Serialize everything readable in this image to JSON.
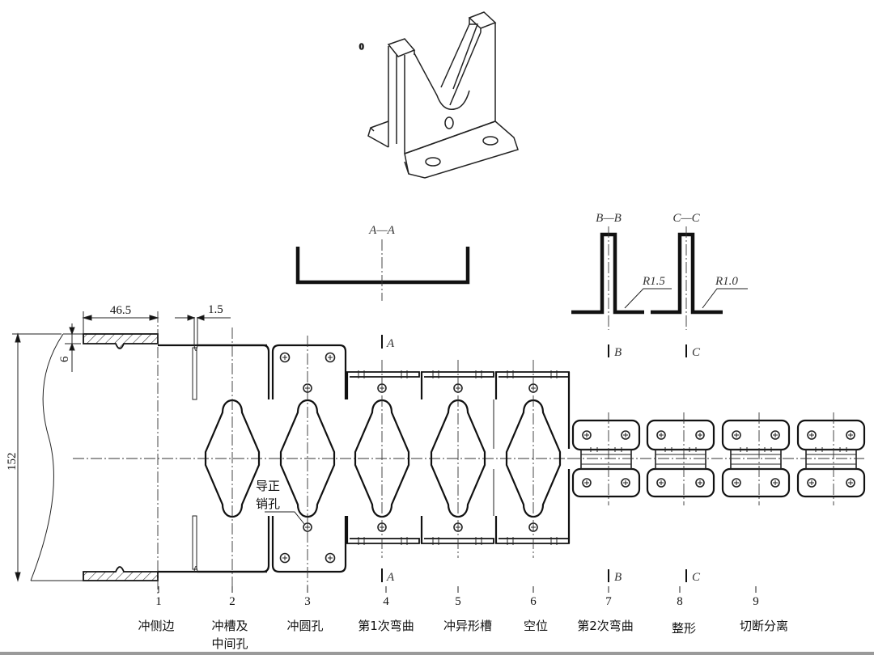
{
  "part_mark": "0",
  "dimensions": {
    "width_tab": "46.5",
    "slot": "1.5",
    "edge": "6",
    "strip_width": "152"
  },
  "sections": {
    "aa": {
      "title": "A—A",
      "marker": "A"
    },
    "bb": {
      "title": "B—B",
      "marker": "B",
      "radius": "R1.5"
    },
    "cc": {
      "title": "C—C",
      "marker": "C",
      "radius": "R1.0"
    }
  },
  "pilot_hole_label": [
    "导正",
    "销孔"
  ],
  "stations": [
    {
      "number": "1",
      "label": "冲侧边"
    },
    {
      "number": "2",
      "label": "冲槽及",
      "label2": "中间孔"
    },
    {
      "number": "3",
      "label": "冲圆孔"
    },
    {
      "number": "4",
      "label": "第1次弯曲"
    },
    {
      "number": "5",
      "label": "冲异形槽"
    },
    {
      "number": "6",
      "label": "空位"
    },
    {
      "number": "7",
      "label": "第2次弯曲"
    },
    {
      "number": "8",
      "label": "整形"
    },
    {
      "number": "9",
      "label": "切断分离"
    }
  ]
}
